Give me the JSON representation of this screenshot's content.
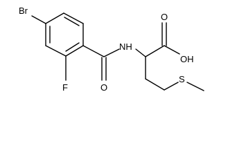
{
  "molecule": {
    "atoms": {
      "bromine": "Br",
      "fluorine": "F",
      "amide_nitrogen": "NH",
      "amide_oxygen": "O",
      "acid_carbonyl_oxygen": "O",
      "acid_hydroxyl": "OH",
      "sulfur": "S"
    }
  }
}
